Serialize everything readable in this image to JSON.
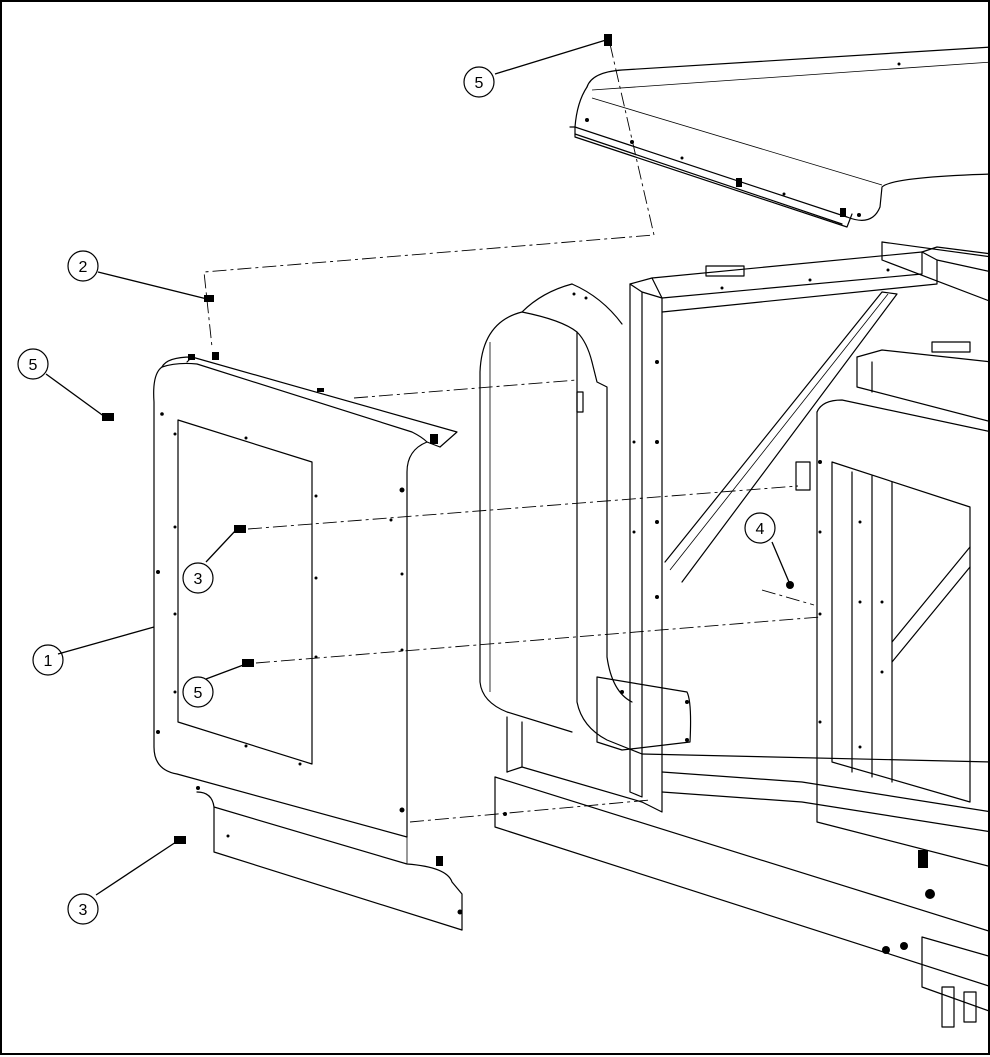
{
  "diagram": {
    "callouts": [
      {
        "id": "callout-5-top",
        "label": "5"
      },
      {
        "id": "callout-2",
        "label": "2"
      },
      {
        "id": "callout-5-left",
        "label": "5"
      },
      {
        "id": "callout-3-mid",
        "label": "3"
      },
      {
        "id": "callout-1",
        "label": "1"
      },
      {
        "id": "callout-5-mid",
        "label": "5"
      },
      {
        "id": "callout-3-bottom",
        "label": "3"
      },
      {
        "id": "callout-4",
        "label": "4"
      }
    ]
  }
}
